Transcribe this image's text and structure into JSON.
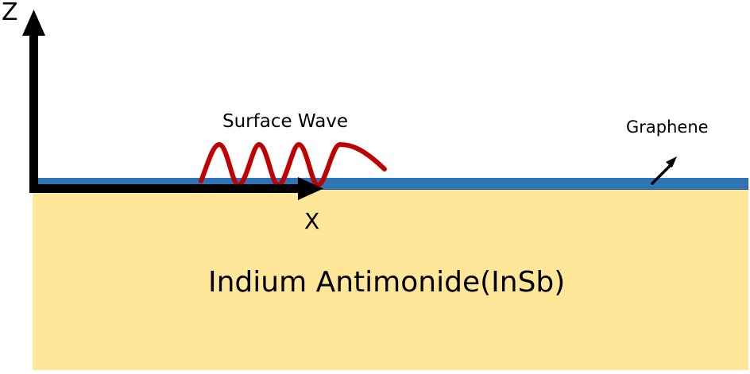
{
  "diagram": {
    "axes": {
      "z_label": "Z",
      "x_label": "X",
      "color": "#000000"
    },
    "layers": [
      {
        "name": "Graphene",
        "color": "#2E75B6",
        "role": "thin top layer"
      },
      {
        "name": "Indium Antimonide(InSb)",
        "color": "#FFE699",
        "role": "substrate"
      }
    ],
    "labels": {
      "surface_wave": "Surface Wave",
      "graphene": "Graphene",
      "substrate": "Indium Antimonide(InSb)"
    },
    "wave": {
      "color": "#C00000",
      "periods": 4
    }
  }
}
